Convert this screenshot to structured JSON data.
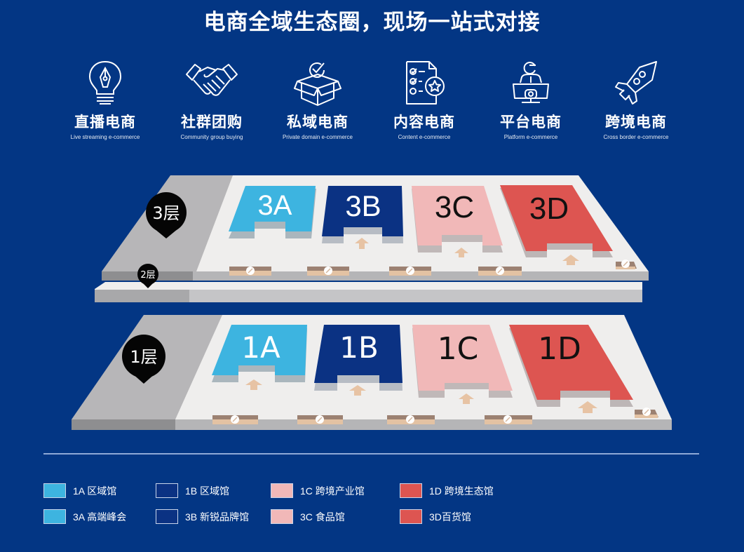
{
  "header": {
    "title": "电商全域生态圈，现场一站式对接"
  },
  "categories": [
    {
      "icon": "lightbulb-pen-icon",
      "zh": "直播电商",
      "en": "Live streaming e-commerce"
    },
    {
      "icon": "handshake-icon",
      "zh": "社群团购",
      "en": "Community group buying"
    },
    {
      "icon": "box-check-icon",
      "zh": "私域电商",
      "en": "Private domain e-commerce"
    },
    {
      "icon": "checklist-star-icon",
      "zh": "内容电商",
      "en": "Content e-commerce"
    },
    {
      "icon": "person-laptop-icon",
      "zh": "平台电商",
      "en": "Platform e-commerce"
    },
    {
      "icon": "rocket-icon",
      "zh": "跨境电商",
      "en": "Cross border e-commerce"
    }
  ],
  "floor_map": {
    "upper": {
      "floor_label": "3层",
      "sub_floor_label": "2层",
      "halls": [
        {
          "id": "3A",
          "color": "#3db4e0",
          "text_color": "#ffffff"
        },
        {
          "id": "3B",
          "color": "#0b3283",
          "text_color": "#ffffff"
        },
        {
          "id": "3C",
          "color": "#f1b8b8",
          "text_color": "#111111"
        },
        {
          "id": "3D",
          "color": "#dd5551",
          "text_color": "#111111"
        }
      ]
    },
    "lower": {
      "floor_label": "1层",
      "halls": [
        {
          "id": "1A",
          "color": "#3db4e0",
          "text_color": "#ffffff"
        },
        {
          "id": "1B",
          "color": "#0b3283",
          "text_color": "#ffffff"
        },
        {
          "id": "1C",
          "color": "#f1b8b8",
          "text_color": "#111111"
        },
        {
          "id": "1D",
          "color": "#dd5551",
          "text_color": "#111111"
        }
      ]
    },
    "escalator_icon": "escalator-icon",
    "entrance_icon": "arrow-up-icon"
  },
  "legend": [
    {
      "label": "1A 区域馆",
      "color": "#3db4e0"
    },
    {
      "label": "1B 区域馆",
      "color": "#0b3283"
    },
    {
      "label": "1C 跨境产业馆",
      "color": "#f1b8b8"
    },
    {
      "label": "1D 跨境生态馆",
      "color": "#dd5551"
    },
    {
      "label": "3A 高端峰会",
      "color": "#3db4e0"
    },
    {
      "label": "3B 新锐品牌馆",
      "color": "#0b3283"
    },
    {
      "label": "3C 食品馆",
      "color": "#f1b8b8"
    },
    {
      "label": "3D百货馆",
      "color": "#dd5551"
    }
  ],
  "colors": {
    "background": "#033684",
    "floor": "#efeeed",
    "corridor": "#b7b6b8",
    "edge": "#a9a9ab"
  }
}
